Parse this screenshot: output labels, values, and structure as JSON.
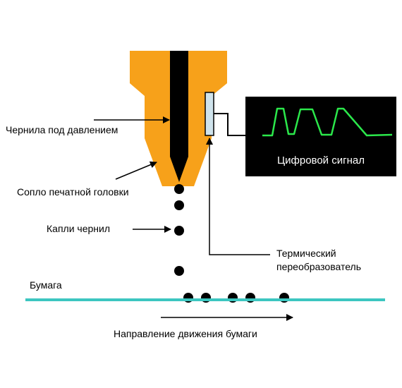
{
  "labels": {
    "ink_under_pressure": "Чернила под давлением",
    "printhead_nozzle": "Сопло печатной головки",
    "ink_droplets": "Капли чернил",
    "thermal_transducer_line1": "Термический",
    "thermal_transducer_line2": "переобразователь",
    "paper": "Бумага",
    "paper_direction": "Направление движения бумаги",
    "digital_signal": "Цифровой сигнал"
  },
  "colors": {
    "nozzle_body": "#F7A11A",
    "ink_channel": "#000000",
    "droplet": "#000000",
    "paper_line": "#3CC6C0",
    "signal_box": "#000000",
    "signal_wave": "#2BE84B",
    "transducer_fill": "#CFE3EC"
  },
  "icons": {
    "arrow": "arrow-right-icon",
    "waveform": "digital-waveform-icon"
  }
}
